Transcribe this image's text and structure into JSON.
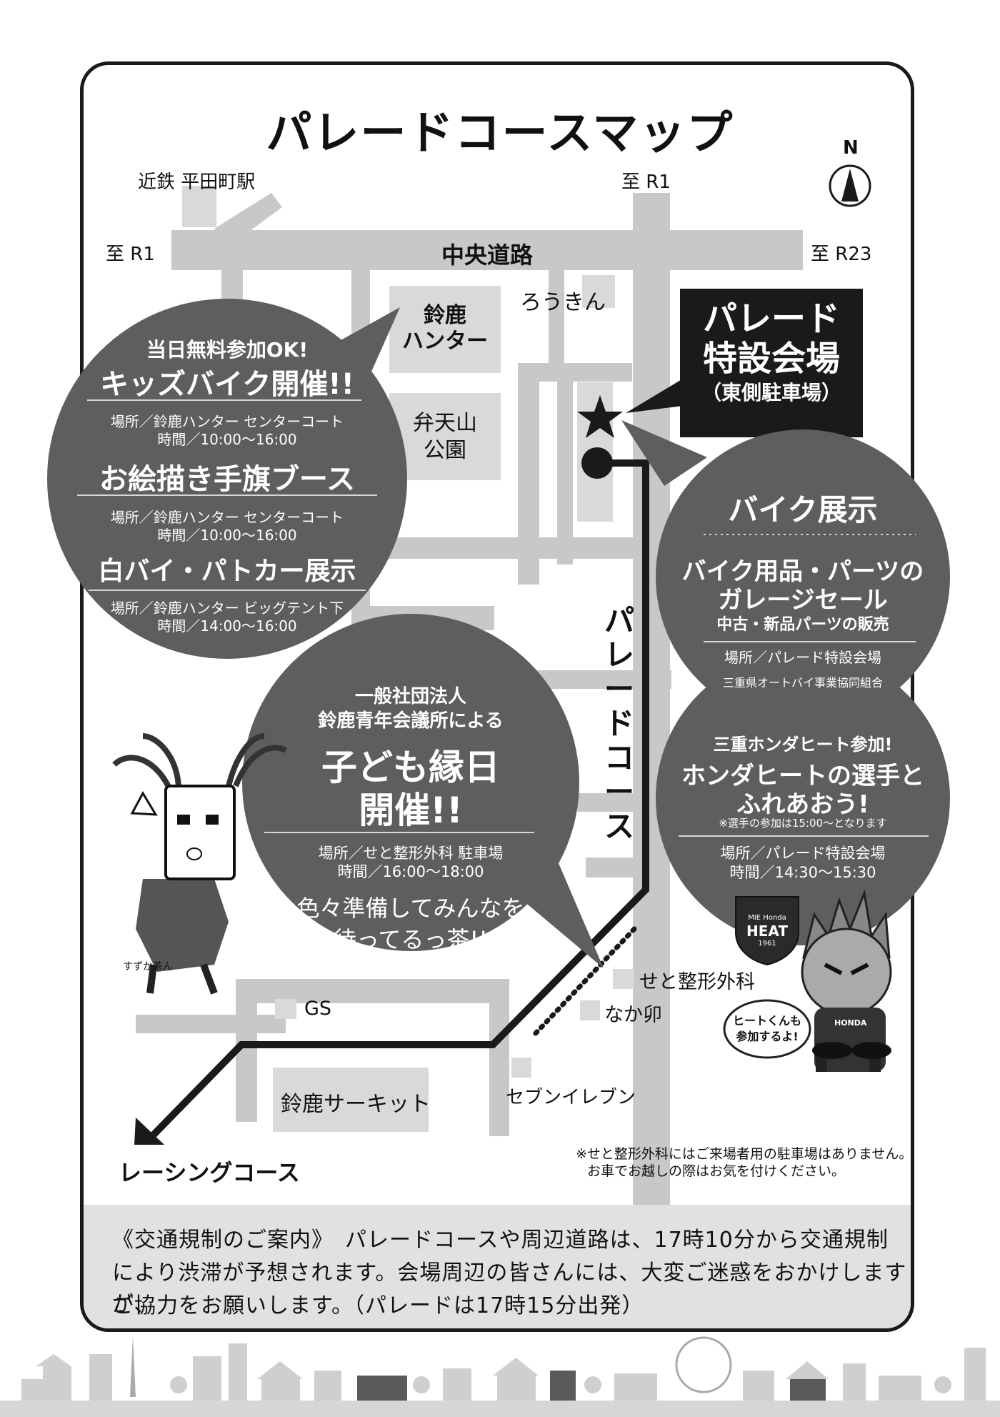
{
  "title": "パレードコースマップ",
  "compass": {
    "label": "N"
  },
  "roads": {
    "central_road": "中央道路",
    "to_r1_left": "至 R1",
    "to_r1_top": "至 R1",
    "to_r23": "至 R23",
    "station": "近鉄 平田町駅"
  },
  "landmarks": {
    "hunter": [
      "鈴鹿",
      "ハンター"
    ],
    "rokin": "ろうきん",
    "bentenyama": [
      "弁天山",
      "公園"
    ],
    "seto": "せと整形外科",
    "nakau": "なか卯",
    "gs": "GS",
    "seven": "セブンイレブン",
    "circuit": "鈴鹿サーキット",
    "racing_course": "レーシングコース",
    "parade_course": [
      "パ",
      "レ",
      "ー",
      "ド",
      "コ",
      "ー",
      "ス"
    ]
  },
  "venue_box": {
    "lines": [
      "パレード",
      "特設会場",
      "（東側駐車場）"
    ]
  },
  "bubble_kids": {
    "line1": "当日無料参加OK!",
    "line2": "キッズバイク開催!!",
    "place1": "場所／鈴鹿ハンター センターコート",
    "time1": "時間／10:00〜16:00",
    "heading2": "お絵描き手旗ブース",
    "place2": "場所／鈴鹿ハンター センターコート",
    "time2": "時間／10:00〜16:00",
    "heading3": "白バイ・パトカー展示",
    "place3": "場所／鈴鹿ハンター ビッグテント下",
    "time3": "時間／14:00〜16:00"
  },
  "bubble_bike": {
    "heading": "バイク展示",
    "sub1": "バイク用品・パーツの",
    "sub2": "ガレージセール",
    "sub3": "中古・新品パーツの販売",
    "place": "場所／パレード特設会場",
    "org": "三重県オートバイ事業協同組合"
  },
  "bubble_heat": {
    "line1": "三重ホンダヒート参加!",
    "line2": "ホンダヒートの選手と",
    "line3": "ふれあおう!",
    "note": "※選手の参加は15:00〜となります",
    "place": "場所／パレード特設会場",
    "time": "時間／14:30〜15:30",
    "logo_text": [
      "MIE Honda",
      "HEAT",
      "1961"
    ]
  },
  "bubble_ennichi": {
    "line1": "一般社団法人",
    "line2": "鈴鹿青年会議所による",
    "line3": "子ども縁日",
    "line4": "開催!!",
    "place": "場所／せと整形外科 駐車場",
    "time": "時間／16:00〜18:00",
    "msg1": "色々準備してみんなを",
    "msg2": "待ってるっ茶!!"
  },
  "mascots": {
    "suzuka": "すずか茶ん",
    "heat_bubble": [
      "ヒートくんも",
      "参加するよ!"
    ],
    "heat_chest": "HONDA"
  },
  "parking_note": [
    "※せと整形外科にはご来場者用の駐車場はありません。",
    "お車でお越しの際はお気を付けください。"
  ],
  "traffic": {
    "line1": "《交通規制のご案内》　パレードコースや周辺道路は、17時10分から交通規制",
    "line2": "により渋滞が予想されます。会場周辺の皆さんには、大変ご迷惑をおかけしますが、",
    "line3": "ご協力をお願いします。（パレードは17時15分出発）"
  },
  "colors": {
    "road": "#c8c8c8",
    "bubble": "#5e5e5e",
    "block": "#d9d9d9",
    "frame": "#1a1a1a",
    "traffic_bg": "#e1e1e1"
  }
}
